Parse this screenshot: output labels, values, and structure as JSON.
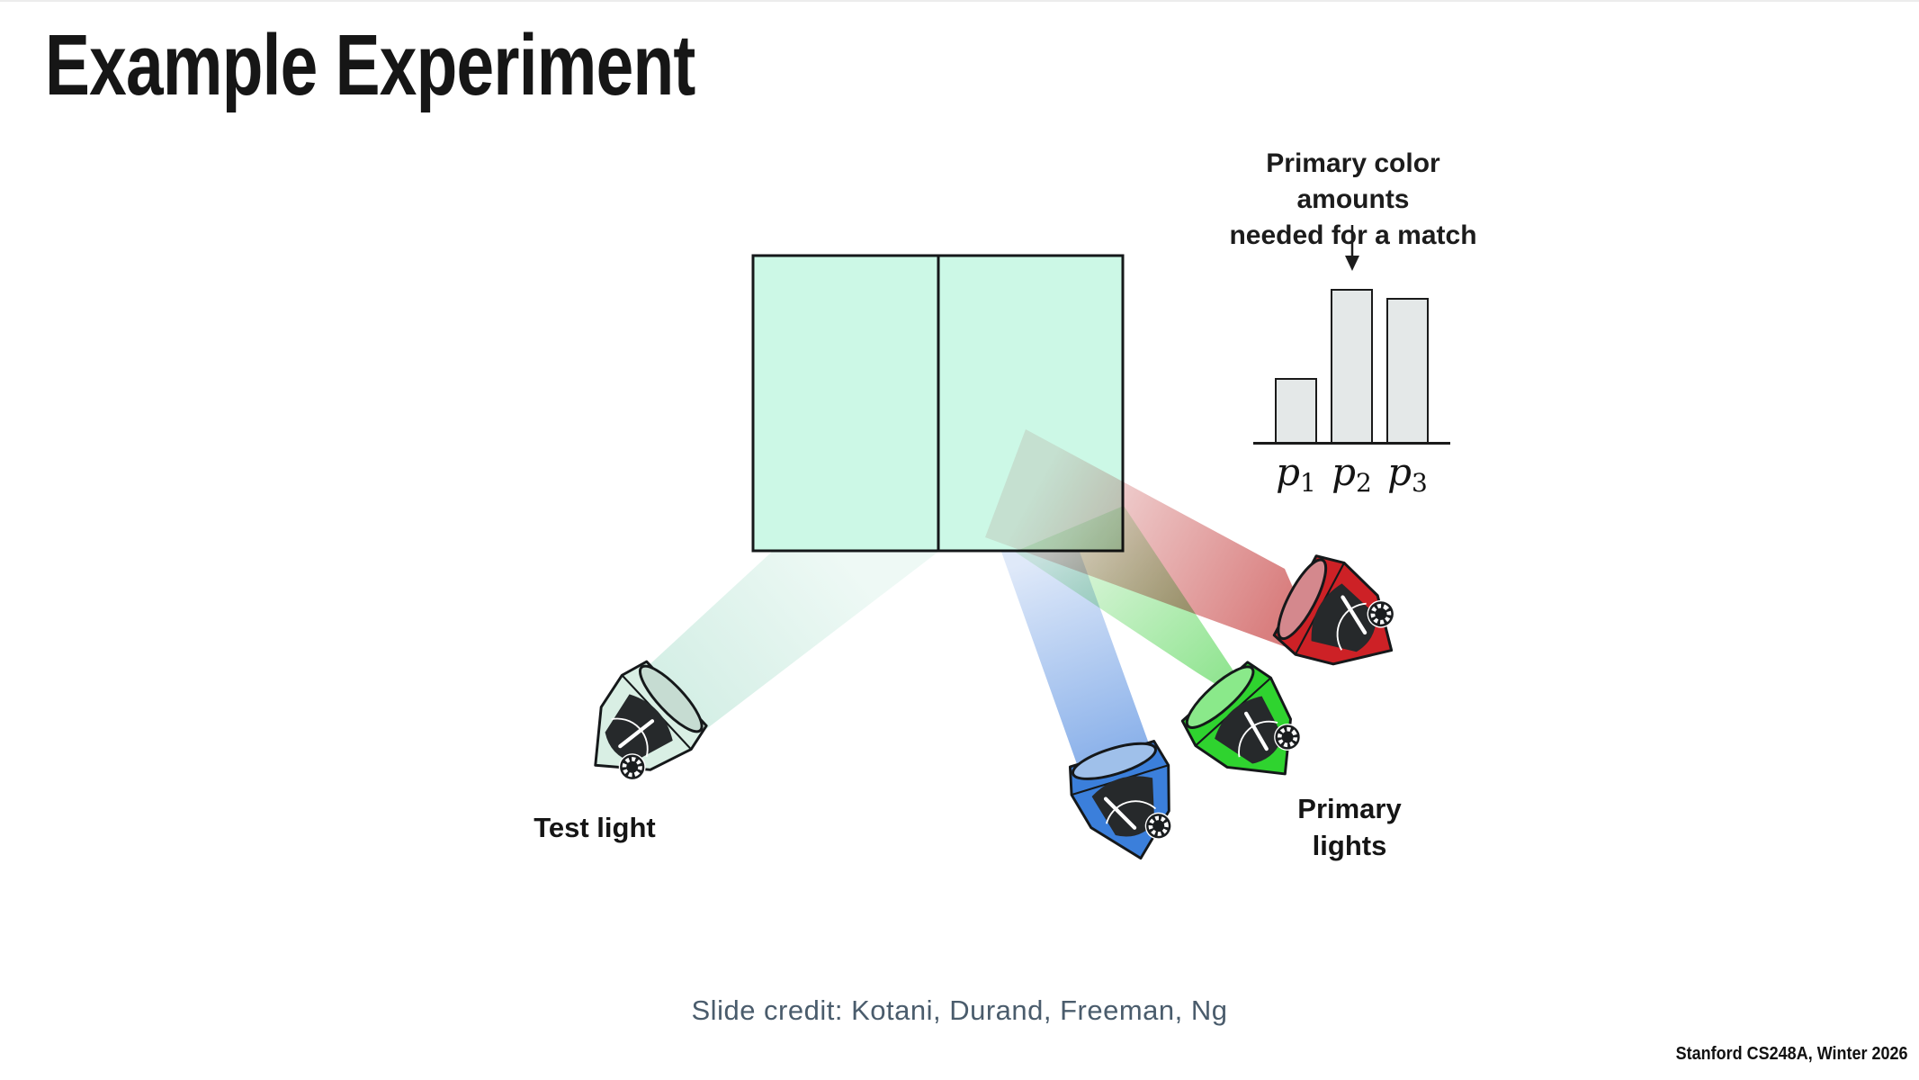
{
  "slide": {
    "title": "Example Experiment",
    "credit": "Slide credit: Kotani, Durand, Freeman, Ng",
    "footer": "Stanford CS248A, Winter 2026"
  },
  "screen": {
    "fill": "#ccf8e6",
    "border": "#15181a"
  },
  "labels": {
    "test_light": "Test light",
    "primary_line1": "Primary",
    "primary_line2": "lights"
  },
  "chart_data": {
    "type": "bar",
    "title": "Primary color amounts needed for a match",
    "title_line1": "Primary color amounts",
    "title_line2": "needed for a match",
    "categories": [
      "p1",
      "p2",
      "p3"
    ],
    "values": [
      0.42,
      1.0,
      0.94
    ],
    "ylim": [
      0,
      1.1
    ],
    "xlabel": "",
    "ylabel": "",
    "bar_fill": "#e4e8e8",
    "bar_stroke": "#1a1a1a",
    "axis_style": "x-baseline only, no ticks, no gridlines",
    "annotation": "arrow pointing from title down to tallest bar p2"
  },
  "lights": {
    "test": {
      "label": "Test light",
      "body_color": "#d9efe4",
      "lens_color": "#c6dcd2",
      "beam_strong": "#d5efe6",
      "beam_faint": "#eef9f5"
    },
    "blue": {
      "body_color": "#3b7fdb",
      "lens_color": "#9fc0ea",
      "beam_strong": "#8cb2ea",
      "beam_faint": "#dfe9f9"
    },
    "green": {
      "body_color": "#2fd32f",
      "lens_color": "#8ae98a",
      "beam_strong": "#8fe48f",
      "beam_faint": "#e3f7e3"
    },
    "red": {
      "body_color": "#cd2126",
      "lens_color": "#d4888d",
      "beam_strong": "#d97f7f",
      "beam_faint": "#f6e7e7"
    }
  }
}
